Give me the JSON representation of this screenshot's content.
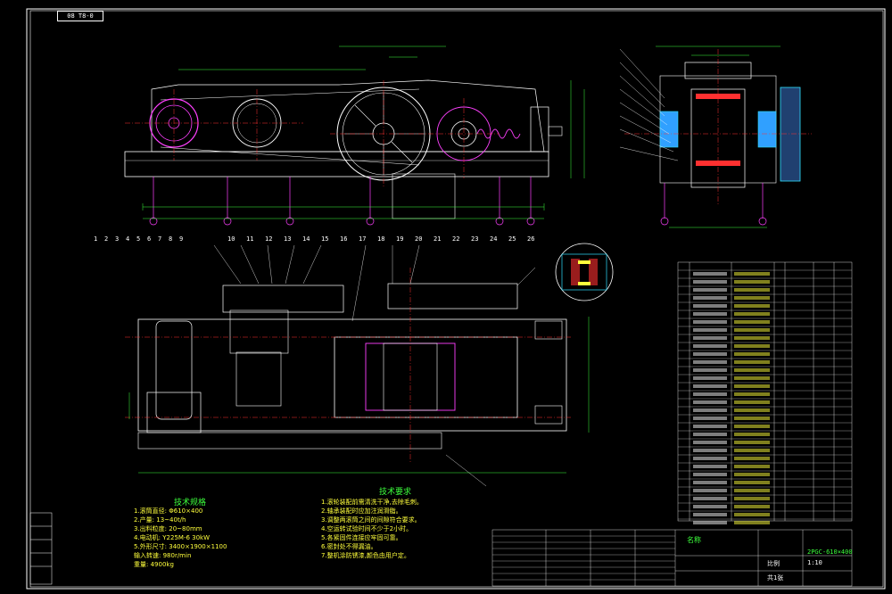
{
  "drawing": {
    "corner_tag": "08 T8-0",
    "tech_spec_title": "技术规格",
    "tech_req_title": "技术要求",
    "tech_spec_lines": [
      "1.滚筒直径: Φ610×400",
      "2.产量: 13~40t/h",
      "3.出料粒度: 20~80mm",
      "4.电动机: Y225M-6 30kW",
      "5.外形尺寸: 3400×1900×1100",
      "  输入转速: 980r/min",
      "  重量: 4900kg"
    ],
    "tech_req_lines": [
      "1.滚轮装配前需清洗干净,去除毛刺。",
      "2.轴承装配时应加注润滑脂。",
      "3.调整两滚筒之间的间隙符合要求。",
      "4.空运转试验时间不少于2小时。",
      "5.各紧固件连接应牢固可靠。",
      "6.密封处不得漏油。",
      "7.整机涂防锈漆,颜色由用户定。"
    ],
    "part_label_left": [
      "1",
      "2",
      "3",
      "4",
      "5",
      "6",
      "7",
      "8",
      "9"
    ],
    "part_label_mid": [
      "10",
      "11",
      "12",
      "13",
      "14",
      "15",
      "16",
      "17",
      "18",
      "19",
      "20",
      "21",
      "22",
      "23",
      "24",
      "25",
      "26"
    ],
    "title_block": {
      "name_label": "名称",
      "drawing_no": "2PGC-610×400",
      "scale_label": "比例",
      "ratio": "1:10",
      "sheet": "共1张"
    },
    "colors": {
      "line_white": "#ffffff",
      "line_red": "#ff3030",
      "line_magenta": "#ff40ff",
      "line_green": "#3cff3c",
      "line_cyan": "#30e0ff",
      "line_yellow": "#ffff3c"
    }
  }
}
